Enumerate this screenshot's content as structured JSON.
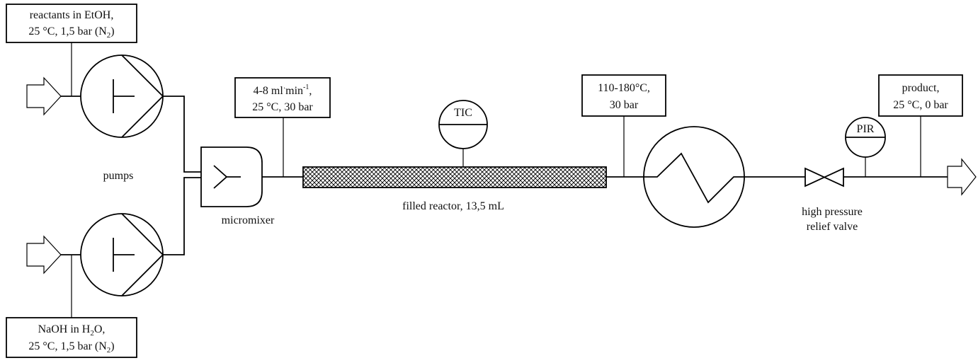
{
  "feed_top": {
    "line1": "reactants in EtOH,",
    "line2_prefix": "25 °C, 1,5 bar (N",
    "line2_sub": "2",
    "line2_suffix": ")"
  },
  "feed_bottom": {
    "line1_prefix": "NaOH in H",
    "line1_sub": "2",
    "line1_suffix": "O,",
    "line2_prefix": "25 °C, 1,5 bar (N",
    "line2_sub": "2",
    "line2_suffix": ")"
  },
  "pumps_label": "pumps",
  "micromixer_label": "micromixer",
  "flow_box": {
    "line1_prefix": "4-8 ml",
    "line1_dot": "·",
    "line1_mid": "min",
    "line1_sup": "-1",
    "line1_suffix": ",",
    "line2": "25 °C, 30 bar"
  },
  "reactor_label": "filled reactor, 13,5 mL",
  "tic_label": "TIC",
  "heater_box": {
    "line1": "110-180°C,",
    "line2": "30 bar"
  },
  "pir_label": "PIR",
  "valve_label": {
    "line1": "high pressure",
    "line2": "relief valve"
  },
  "product_box": {
    "line1": "product,",
    "line2": "25 °C, 0 bar"
  },
  "colors": {
    "line": "#000000",
    "background": "#ffffff",
    "text": "#111111"
  }
}
